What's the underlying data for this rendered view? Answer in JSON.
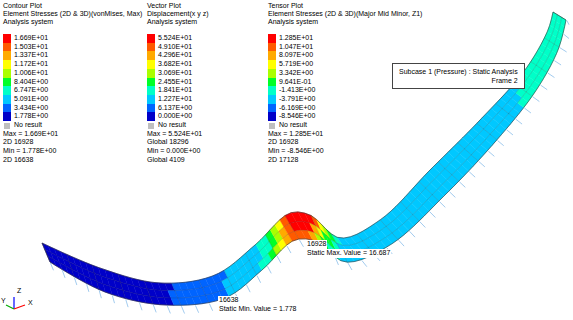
{
  "diagram": {
    "nodes": [
      {
        "text": [
          "Subcase 1 (Pressure) : Static Analysis",
          "Frame 2"
        ]
      }
    ],
    "labels": [
      "Contour Plot",
      "Element Stresses (2D & 3D)(vonMises, Max)",
      "Analysis system",
      "Vector Plot",
      "Displacement(x y z)",
      "Analysis system",
      "Tensor Plot",
      "Element Stresses (2D & 3D)(Major Mid Minor, Z1)",
      "Analysis system",
      "Max = 1.669E+01",
      "2D 16928",
      "Min = 1.778E+00",
      "2D 16638",
      "Max = 5.524E+01",
      "Global 18296",
      "Min = 0.000E+00",
      "Global 4109",
      "Max = 1.285E+01",
      "2D 16928",
      "Min = -8.546E+00",
      "2D 17128",
      "16928",
      "Static Max. Value = 16.687",
      "16638",
      "Static Min. Value = 1.778",
      "Y",
      "Z",
      "X"
    ],
    "legend": [
      {
        "text": "1.669E+01",
        "color": "#ff0000"
      },
      {
        "text": "1.503E+01",
        "color": "#ff5a00"
      },
      {
        "text": "1.337E+01",
        "color": "#ffaa00"
      },
      {
        "text": "1.172E+01",
        "color": "#ffff00"
      },
      {
        "text": "1.006E+01",
        "color": "#aaff00"
      },
      {
        "text": "8.404E+00",
        "color": "#00ff28"
      },
      {
        "text": "6.747E+00",
        "color": "#00ffc8"
      },
      {
        "text": "5.091E+00",
        "color": "#00c8ff"
      },
      {
        "text": "3.434E+00",
        "color": "#0064ff"
      },
      {
        "text": "1.778E+00",
        "color": "#0000c8"
      },
      {
        "text": "No result",
        "color": "#bfbfbf"
      },
      {
        "text": "5.524E+01",
        "color": "#ff0000"
      },
      {
        "text": "4.910E+01",
        "color": "#ff5a00"
      },
      {
        "text": "4.296E+01",
        "color": "#ffaa00"
      },
      {
        "text": "3.682E+01",
        "color": "#ffff00"
      },
      {
        "text": "3.069E+01",
        "color": "#aaff00"
      },
      {
        "text": "2.455E+01",
        "color": "#00ff28"
      },
      {
        "text": "1.841E+01",
        "color": "#00ffc8"
      },
      {
        "text": "1.227E+01",
        "color": "#00c8ff"
      },
      {
        "text": "6.137E+00",
        "color": "#0064ff"
      },
      {
        "text": "0.000E+00",
        "color": "#0000c8"
      },
      {
        "text": "No result",
        "color": "#bfbfbf"
      },
      {
        "text": "1.285E+01",
        "color": "#ff0000"
      },
      {
        "text": "1.047E+01",
        "color": "#ff5a00"
      },
      {
        "text": "8.097E+00",
        "color": "#ffaa00"
      },
      {
        "text": "5.719E+00",
        "color": "#ffff00"
      },
      {
        "text": "3.342E+00",
        "color": "#aaff00"
      },
      {
        "text": "9.641E-01",
        "color": "#00ff28"
      },
      {
        "text": "-1.413E+00",
        "color": "#00ffc8"
      },
      {
        "text": "-3.791E+00",
        "color": "#00c8ff"
      },
      {
        "text": "-6.169E+00",
        "color": "#0064ff"
      },
      {
        "text": "-8.546E+00",
        "color": "#0000c8"
      },
      {
        "text": "No result",
        "color": "#bfbfbf"
      }
    ]
  }
}
